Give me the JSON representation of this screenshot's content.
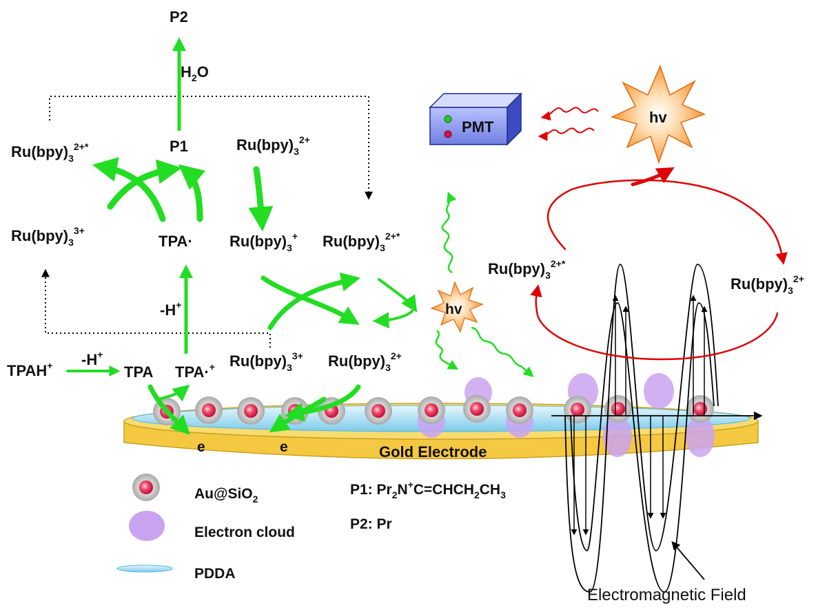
{
  "species": {
    "p2_top": "P2",
    "h2o": "H",
    "h2o_sub": "2",
    "h2o_tail": "O",
    "p1": "P1",
    "ru_base": "Ru(bpy)",
    "sub3": "3",
    "sup_2plus_star": "2+*",
    "sup_2plus": "2+",
    "sup_3plus": "3+",
    "sup_plus": "+",
    "tpa_dot": "TPA·",
    "tpa": "TPA",
    "tpa_radcat": "TPA·",
    "tpa_radcat_sup": "+",
    "tpah": "TPAH",
    "tpah_sup": "+",
    "minus_h": "-H",
    "minus_h_sup": "+",
    "hv": "hv",
    "e": "e"
  },
  "device": {
    "pmt_label": "PMT",
    "electrode_label": "Gold Electrode",
    "field_label": "Electromagnetic Field"
  },
  "legend": {
    "items": [
      {
        "label_base": "Au@SiO",
        "label_sub": "2",
        "symbol": "au-sio2-particle-icon"
      },
      {
        "label_base": "Electron cloud",
        "label_sub": "",
        "symbol": "electron-cloud-icon"
      },
      {
        "label_base": "PDDA",
        "label_sub": "",
        "symbol": "pdda-layer-icon"
      }
    ],
    "p1_def_head": "P1: Pr",
    "p1_def_sub1": "2",
    "p1_def_mid": "N",
    "p1_def_sup": "+",
    "p1_def_mid2": "C=CHCH",
    "p1_def_sub2": "2",
    "p1_def_tail": "CH",
    "p1_def_sub3": "3",
    "p2_def": "P2: Pr"
  },
  "colors": {
    "green_arrow": "#22dd22",
    "red_arrow": "#e00000",
    "electrode_gold": "#f5c842",
    "pdda_blue": "#9ad8f0",
    "particle_red": "#e8254a",
    "particle_shell": "#bdbdbd",
    "cloud_purple": "#c9a3f0",
    "pmt_blue": "#7f8fe8"
  }
}
